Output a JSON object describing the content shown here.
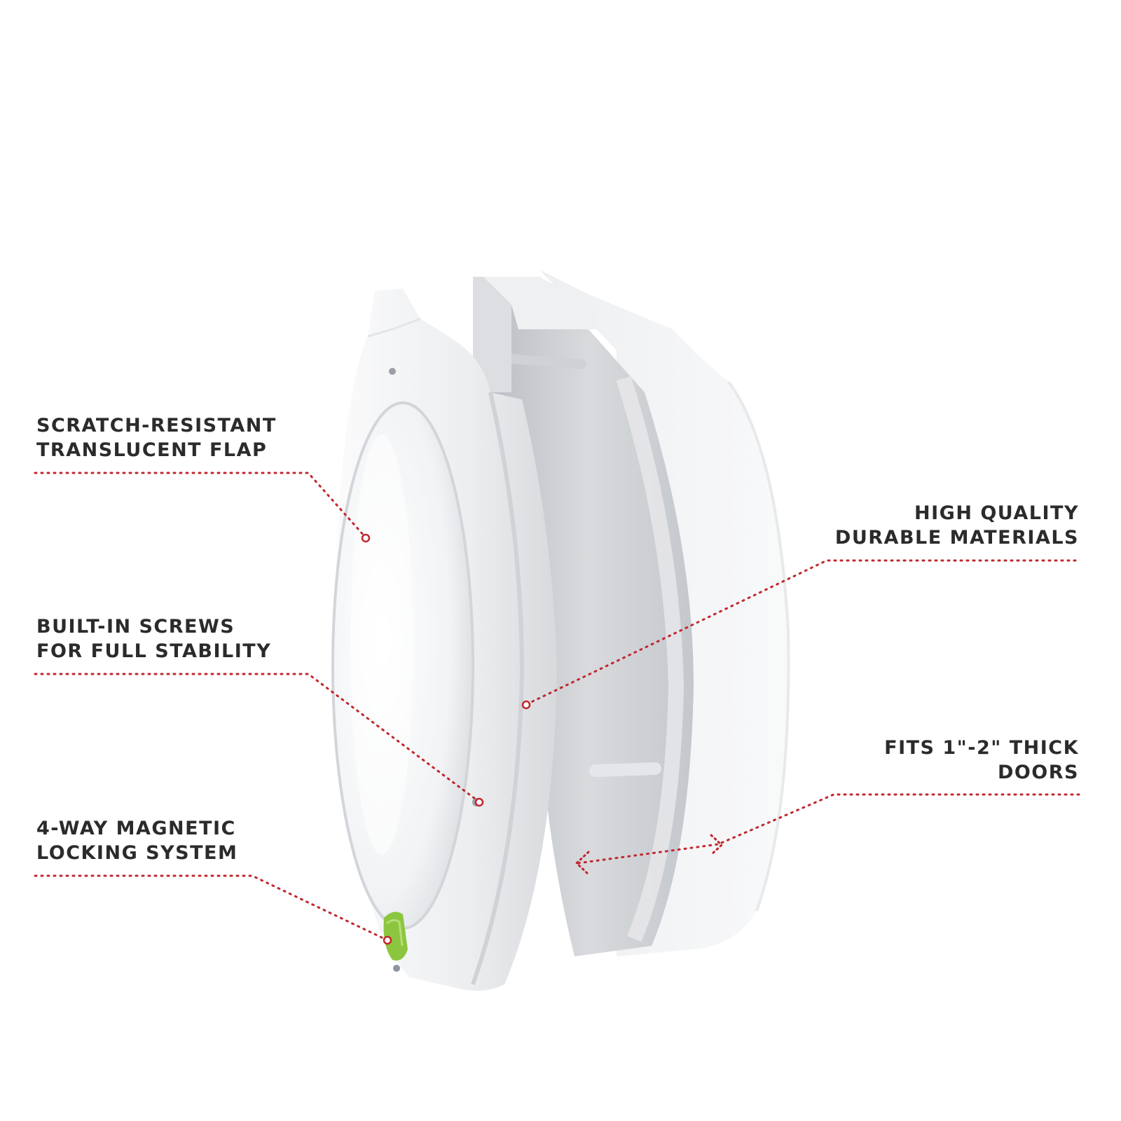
{
  "colors": {
    "leader_line": "#c0272d",
    "label_text": "#2b2b2b",
    "accent_latch": "#8cc63f",
    "body_white": "#f2f3f5",
    "body_shadow": "#c9cbd0"
  },
  "callouts": {
    "flap": {
      "line1": "SCRATCH-RESISTANT",
      "line2": "TRANSLUCENT FLAP"
    },
    "screws": {
      "line1": "BUILT-IN SCREWS",
      "line2": "FOR FULL STABILITY"
    },
    "locking": {
      "line1": "4-WAY MAGNETIC",
      "line2": "LOCKING SYSTEM"
    },
    "materials": {
      "line1": "HIGH QUALITY",
      "line2": "DURABLE MATERIALS"
    },
    "thickness": {
      "line1": "FITS 1\"-2\" THICK",
      "line2": "DOORS"
    }
  }
}
